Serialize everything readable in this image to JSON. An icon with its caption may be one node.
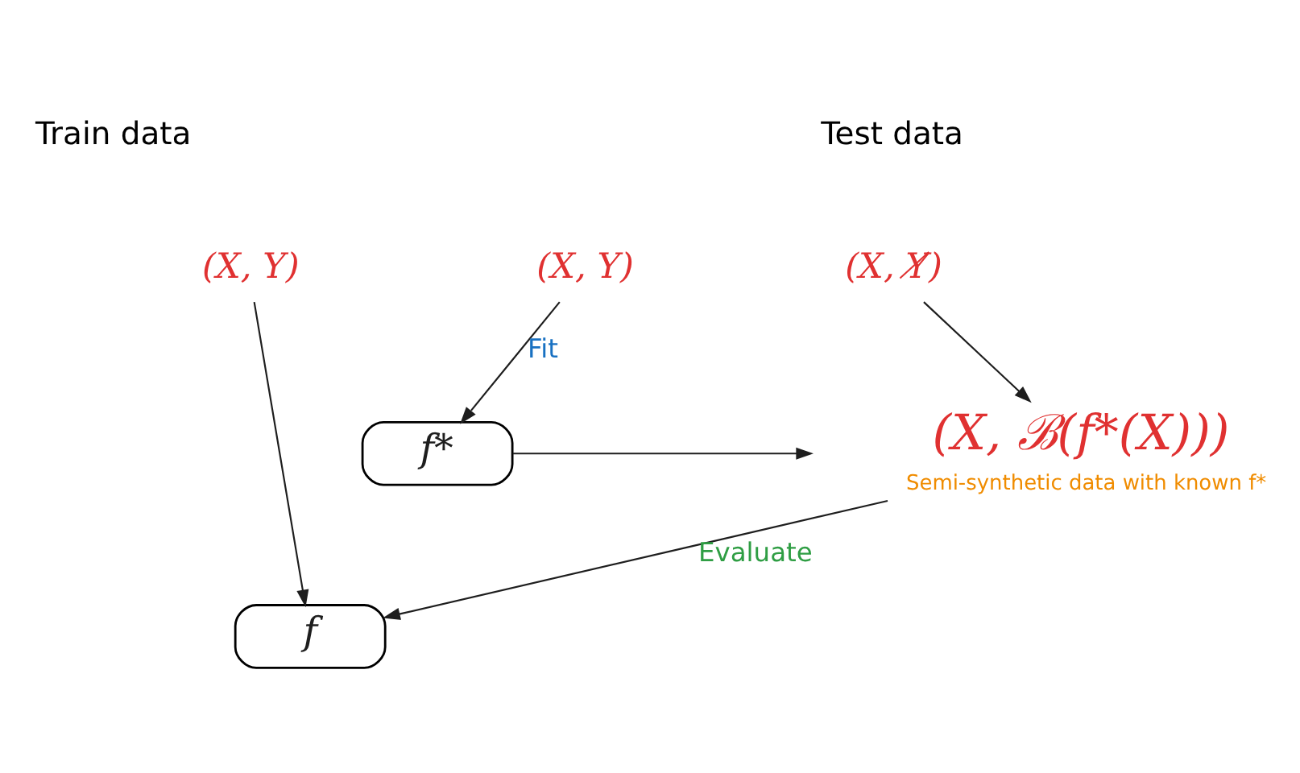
{
  "diagram": {
    "nodes": [
      {
        "text": [
          "(X, Y)"
        ]
      },
      {
        "text": [
          "(X, Y)"
        ]
      },
      {
        "text": [
          "(X, Y̸)"
        ]
      },
      {
        "text": [
          "f*"
        ]
      },
      {
        "text": [
          "(X, ℬ(f*(X)))"
        ],
        "beside": [
          "Semi-synthetic data with known f*"
        ]
      },
      {
        "text": [
          "f"
        ]
      }
    ],
    "edges": [
      {
        "from": 0,
        "to": 5,
        "arrow": "to"
      },
      {
        "from": 1,
        "to": 3,
        "arrow": "to",
        "label": "Fit"
      },
      {
        "from": 3,
        "to": null,
        "arrow": "to"
      },
      {
        "from": 2,
        "to": 4,
        "arrow": "to"
      },
      {
        "from": 4,
        "to": 5,
        "arrow": "to",
        "label": "Evaluate"
      }
    ],
    "labels": [
      "Train data",
      "Test data"
    ]
  }
}
